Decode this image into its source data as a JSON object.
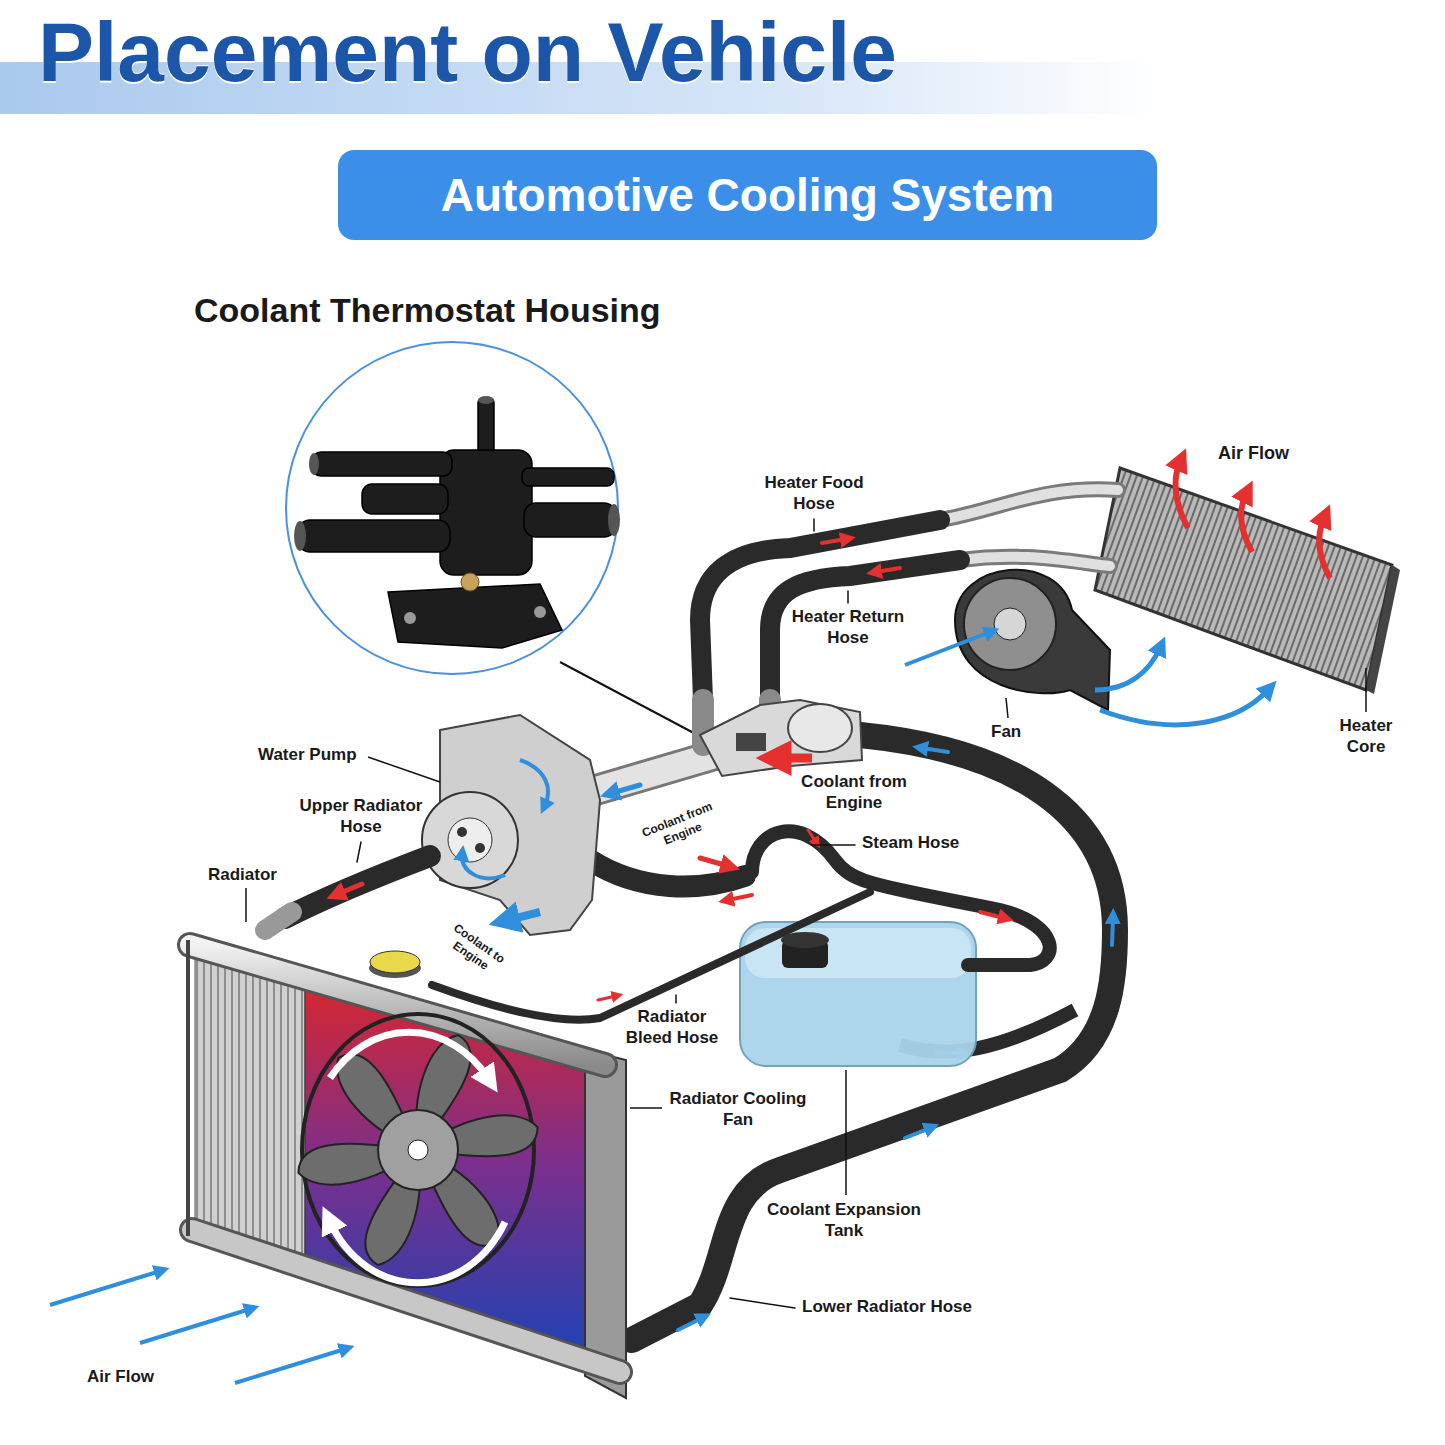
{
  "diagram": {
    "title": "Placement on Vehicle",
    "nodes": [
      {
        "text": [
          "Automotive Cooling System"
        ]
      }
    ],
    "labels": [
      "Coolant Thermostat Housing",
      "Air Flow",
      "Heater Food Hose",
      "Heater Return Hose",
      "Fan",
      "Heater Core",
      "Water Pump",
      "Coolant from Engine",
      "Upper Radiator Hose",
      "Coolant from Engine",
      "Steam Hose",
      "Radiator",
      "Coolant to Engine",
      "Radiator Bleed Hose",
      "Radiator Cooling Fan",
      "Coolant Expansion Tank",
      "Lower Radiator Hose",
      "Air Flow"
    ]
  }
}
